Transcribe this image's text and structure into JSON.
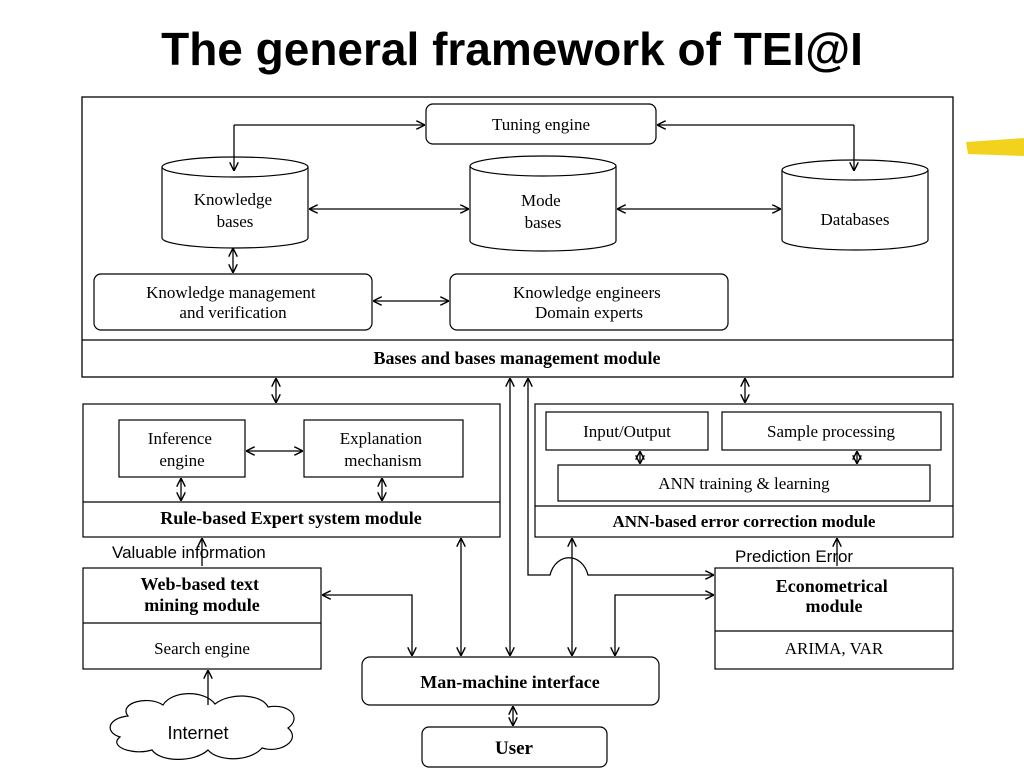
{
  "title": "The general framework of TEI@I",
  "accent_color": "#f2d21c",
  "diagram": {
    "tuning_engine": "Tuning engine",
    "knowledge_bases": [
      "Knowledge",
      "bases"
    ],
    "mode_bases": [
      "Mode",
      "bases"
    ],
    "databases": "Databases",
    "knowledge_management": [
      "Knowledge management",
      "and verification"
    ],
    "knowledge_engineers": [
      "Knowledge engineers",
      "Domain experts"
    ],
    "bases_module": "Bases and bases management module",
    "inference_engine": [
      "Inference",
      "engine"
    ],
    "explanation_mechanism": [
      "Explanation",
      "mechanism"
    ],
    "rule_module": "Rule-based Expert system module",
    "input_output": "Input/Output",
    "sample_processing": "Sample processing",
    "ann_training": "ANN training & learning",
    "ann_module": "ANN-based error correction module",
    "valuable_information": "Valuable information",
    "prediction_error": "Prediction Error",
    "web_mining": [
      "Web-based text",
      "mining module"
    ],
    "search_engine": "Search engine",
    "econometrical": [
      "Econometrical",
      "module"
    ],
    "arima_var": "ARIMA, VAR",
    "man_machine": "Man-machine interface",
    "internet": "Internet",
    "user": "User"
  }
}
